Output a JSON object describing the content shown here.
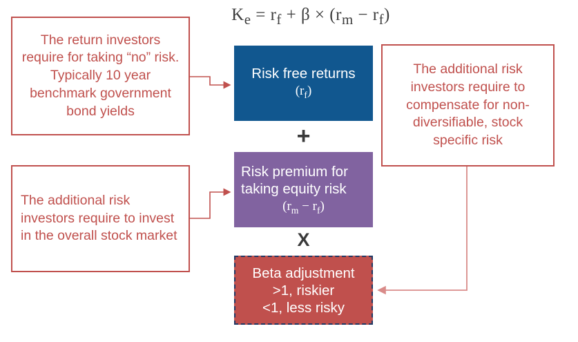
{
  "diagram": {
    "title_formula": "Kₑ = rf + β × (rₘ − rf)",
    "formula_parts": {
      "lhs": "K",
      "lhs_sub": "e",
      "equals": "=",
      "term1": "r",
      "term1_sub": "f",
      "plus": "+",
      "beta": "β",
      "times": "×",
      "open_paren": "(",
      "term2": "r",
      "term2_sub": "m",
      "minus": "−",
      "term3": "r",
      "term3_sub": "f",
      "close_paren": ")"
    },
    "colors": {
      "accent_red": "#c0504d",
      "risk_free_blue": "#11578f",
      "risk_premium_purple": "#8163a0",
      "beta_red": "#c0504d",
      "beta_border_navy": "#1f3864",
      "operator_gray": "#3a3a3a",
      "formula_gray": "#3d3d3d"
    },
    "callouts": [
      {
        "id": "risk-free-note",
        "text": "The return investors require for taking “no” risk. Typically 10 year benchmark government bond yields",
        "align": "center"
      },
      {
        "id": "market-risk-premium-note",
        "text": "The additional risk investors require to invest in the overall stock market",
        "align": "left"
      },
      {
        "id": "beta-note",
        "text": "The additional risk investors require to compensate for non-diversifiable, stock specific risk",
        "align": "center"
      }
    ],
    "components": [
      {
        "id": "risk-free-returns",
        "label": "Risk free returns",
        "symbol_prefix": "(r",
        "symbol_sub": "f",
        "symbol_suffix": ")",
        "fill": "#11578f"
      },
      {
        "id": "risk-premium",
        "label": "Risk premium for taking equity risk",
        "symbol_prefix": "(r",
        "symbol_sub": "m",
        "symbol_mid": " − r",
        "symbol_sub2": "f",
        "symbol_suffix": ")",
        "fill": "#8163a0"
      },
      {
        "id": "beta-adjustment",
        "line1": "Beta adjustment",
        "line2": ">1, riskier",
        "line3": "<1, less risky",
        "fill": "#c0504d"
      }
    ],
    "operators": {
      "plus": "+",
      "times": "X"
    }
  }
}
